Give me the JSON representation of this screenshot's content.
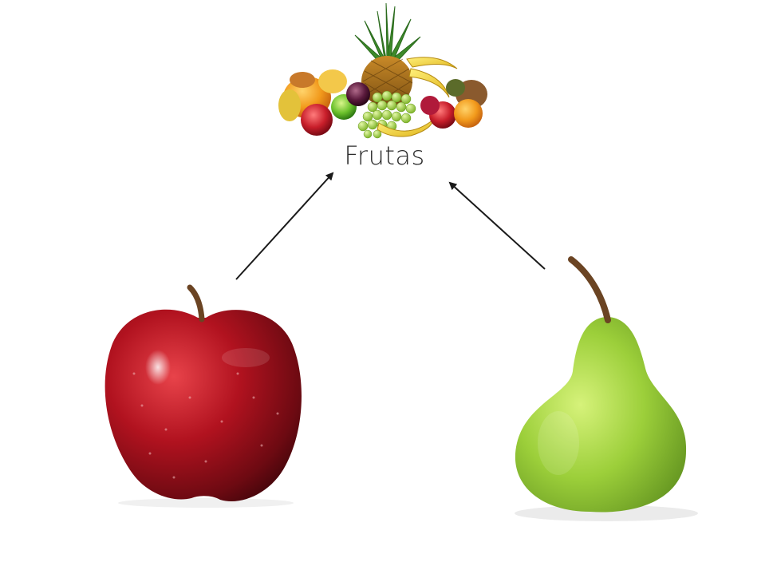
{
  "diagram": {
    "parent": {
      "label": "Frutas",
      "image": "fruit-pile"
    },
    "children": [
      {
        "image": "red-apple"
      },
      {
        "image": "green-pear"
      }
    ],
    "arrow_color": "#1a1a1a",
    "colors": {
      "apple": "#b1121f",
      "pear": "#9ccf3a",
      "stem": "#6b4423"
    }
  }
}
